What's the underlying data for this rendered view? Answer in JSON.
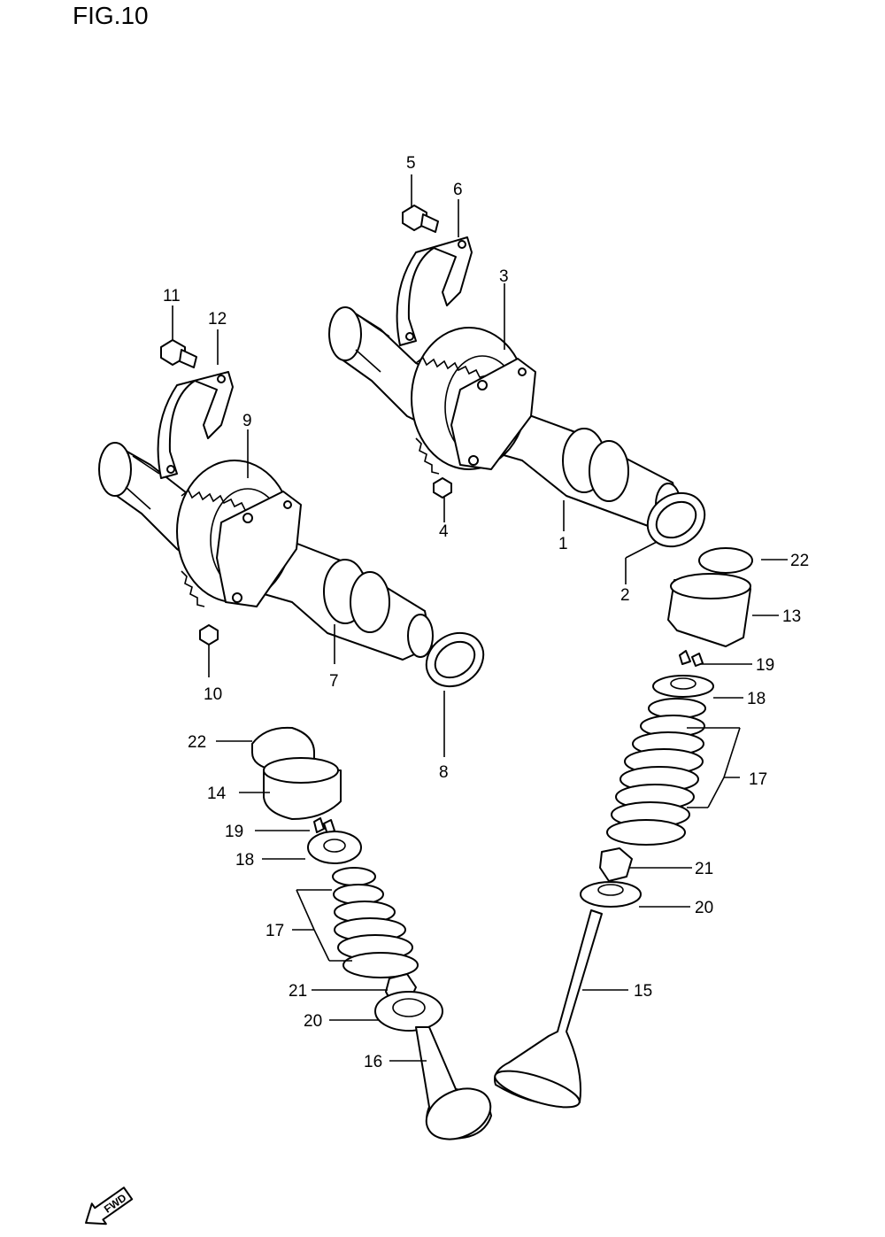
{
  "figure": {
    "title": "FIG.10"
  },
  "callouts": {
    "c1": "1",
    "c2": "2",
    "c3": "3",
    "c4": "4",
    "c5": "5",
    "c6": "6",
    "c7": "7",
    "c8": "8",
    "c9": "9",
    "c10": "10",
    "c11": "11",
    "c12": "12",
    "c13": "13",
    "c14": "14",
    "c15": "15",
    "c16": "16",
    "c17a": "17",
    "c17b": "17",
    "c18a": "18",
    "c18b": "18",
    "c19a": "19",
    "c19b": "19",
    "c20a": "20",
    "c20b": "20",
    "c21a": "21",
    "c21b": "21",
    "c22a": "22",
    "c22b": "22"
  },
  "direction_arrow": {
    "label": "FWD",
    "icon": "fwd-arrow-icon"
  },
  "colors": {
    "line": "#000000",
    "background": "#ffffff"
  }
}
